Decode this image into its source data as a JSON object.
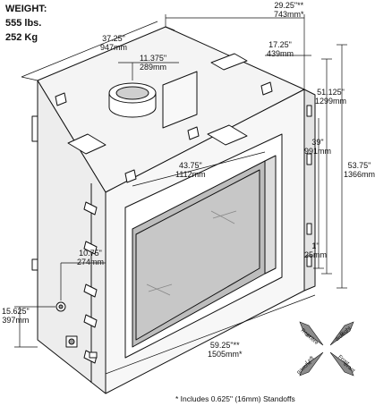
{
  "weight": {
    "heading": "WEIGHT:",
    "lbs": "555 lbs.",
    "kg": "252 Kg"
  },
  "dimensions": {
    "top_width": {
      "imperial": "29.25\"**",
      "metric": "743mm*"
    },
    "top_depth": {
      "imperial": "37.25\"",
      "metric": "947mm"
    },
    "flue_offset": {
      "imperial": "11.375\"",
      "metric": "289mm"
    },
    "side_depth": {
      "imperial": "17.25\"",
      "metric": "439mm"
    },
    "overall_height": {
      "imperial": "53.75\"",
      "metric": "1366mm"
    },
    "upper_height": {
      "imperial": "51.125\"",
      "metric": "1299mm"
    },
    "opening_top": {
      "imperial": "39\"",
      "metric": "991mm"
    },
    "opening_width": {
      "imperial": "43.75\"",
      "metric": "1112mm"
    },
    "hearth_offset": {
      "imperial": "1\"",
      "metric": "25mm"
    },
    "gas_offset": {
      "imperial": "10.75\"",
      "metric": "274mm"
    },
    "gas_height": {
      "imperial": "15.625\"",
      "metric": "397mm"
    },
    "overall_width": {
      "imperial": "59.25\"**",
      "metric": "1505mm*"
    }
  },
  "footnote": "* Includes 0.625\" (16mm) Standoffs",
  "compass": {
    "rear_en": "Rear",
    "rear_fr": "arrière",
    "right_en": "Right",
    "right_fr": "droit",
    "left_en": "Left",
    "left_fr": "gauche",
    "front_en": "Front",
    "front_fr": "avant"
  },
  "colors": {
    "outline": "#111111",
    "panel": "#f2f2f2",
    "glass": "#bdbdbd",
    "compass_arrow": "#8c8c8c"
  }
}
